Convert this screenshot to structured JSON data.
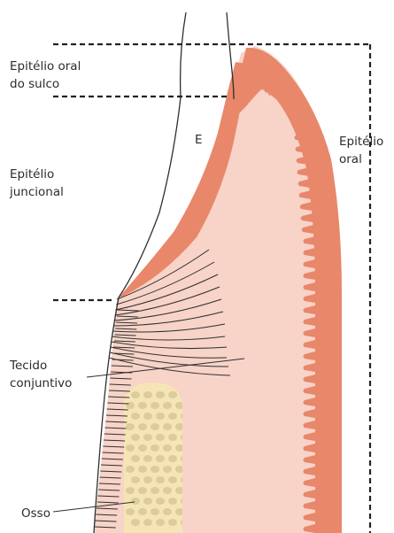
{
  "labels": {
    "sulcular_epithelium": [
      "Epitélio oral",
      "do sulco"
    ],
    "junctional_epithelium": [
      "Epitélio",
      "juncional"
    ],
    "oral_epithelium": [
      "Epitélio",
      "oral"
    ],
    "connective_tissue": [
      "Tecido",
      "conjuntivo"
    ],
    "bone": "Osso",
    "enamel_marker": "E"
  },
  "colors": {
    "oral_epithelium": "#e8876a",
    "connective_tissue": "#f7d3c8",
    "bone": "#f6e5b4",
    "bone_trabeculae": "#dccb9c",
    "outline": "#2f2f2f",
    "dashed_lines": "#222222"
  }
}
